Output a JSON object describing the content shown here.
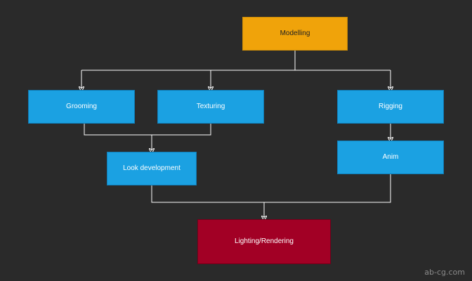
{
  "diagram": {
    "nodes": {
      "modelling": "Modelling",
      "grooming": "Grooming",
      "texturing": "Texturing",
      "rigging": "Rigging",
      "look_development": "Look development",
      "anim": "Anim",
      "lighting_rendering": "Lighting/Rendering"
    },
    "edges": [
      {
        "from": "Modelling",
        "to": "Grooming"
      },
      {
        "from": "Modelling",
        "to": "Texturing"
      },
      {
        "from": "Modelling",
        "to": "Rigging"
      },
      {
        "from": "Grooming",
        "to": "Look development"
      },
      {
        "from": "Texturing",
        "to": "Look development"
      },
      {
        "from": "Rigging",
        "to": "Anim"
      },
      {
        "from": "Look development",
        "to": "Lighting/Rendering"
      },
      {
        "from": "Anim",
        "to": "Lighting/Rendering"
      }
    ],
    "colors": {
      "background": "#2a2a2a",
      "stage": "#1ba1e2",
      "source": "#f0a30a",
      "final": "#a20025",
      "connector": "#ffffff"
    }
  },
  "watermark": "ab-cg.com"
}
